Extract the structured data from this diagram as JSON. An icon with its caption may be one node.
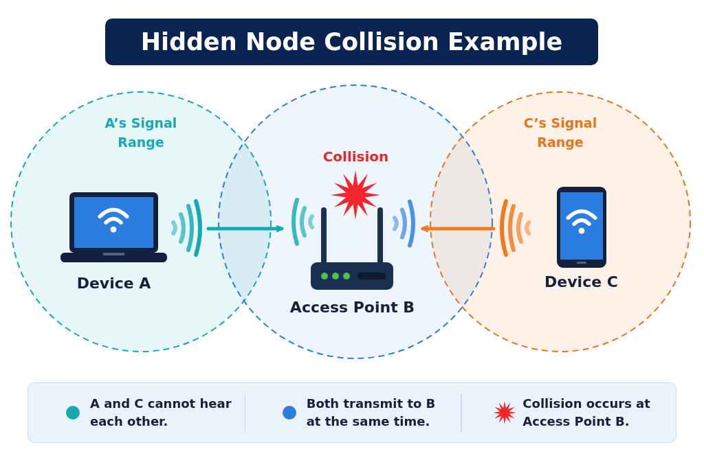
{
  "diagram": {
    "title": "Hidden Node Collision Example",
    "nodes": [
      {
        "text": [
          "A’s Signal Range"
        ]
      },
      {
        "text": [
          "Device A"
        ],
        "in": 0
      },
      {
        "text": [],
        "shape": "circle"
      },
      {
        "text": [
          "Access Point B"
        ],
        "in": 2
      },
      {
        "text": [
          "C’s Signal Range"
        ]
      },
      {
        "text": [
          "Device C"
        ],
        "in": 4
      }
    ],
    "edges": [
      {
        "from": 1,
        "to": 3,
        "arrow": "to",
        "color": "#17a9b1"
      },
      {
        "from": 5,
        "to": 3,
        "arrow": "to",
        "color": "#f07a1c"
      }
    ],
    "labels": [
      "Collision"
    ],
    "legend": [
      {
        "text": "A and C cannot hear each other.",
        "color": "#17a9b1"
      },
      {
        "text": "Both transmit to B at the same time.",
        "color": "#2b7de0"
      },
      {
        "text": "Collision occurs at Access Point B."
      }
    ]
  }
}
